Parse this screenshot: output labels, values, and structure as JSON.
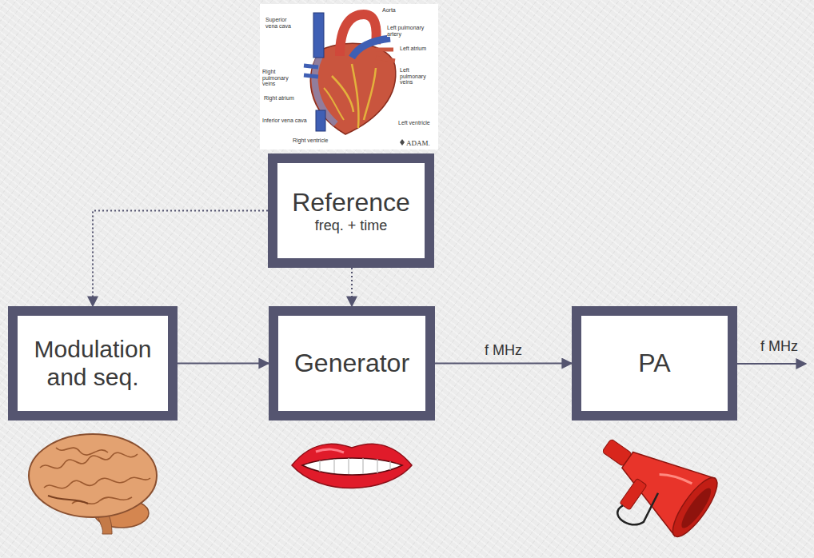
{
  "diagram": {
    "nodes": [
      {
        "text": [
          "Reference",
          "freq. + time"
        ]
      },
      {
        "text": [
          "Modulation and seq."
        ]
      },
      {
        "text": [
          "Generator"
        ]
      },
      {
        "text": [
          "PA"
        ]
      }
    ],
    "edges": [
      {
        "from": 0,
        "to": 1,
        "arrow": "to"
      },
      {
        "from": 0,
        "to": 2,
        "arrow": "to"
      },
      {
        "from": 1,
        "to": 2,
        "arrow": "to"
      },
      {
        "from": 2,
        "to": 3,
        "arrow": "to",
        "label": "f MHz"
      }
    ],
    "labels": [
      "Aorta",
      "Superior vena cava",
      "Left pulmonary artery",
      "Right pulmonary veins",
      "Left atrium",
      "Left pulmonary veins",
      "Right atrium",
      "Inferior vena cava",
      "Left ventricle",
      "Right ventricle",
      "ADAM.",
      "f MHz"
    ]
  }
}
